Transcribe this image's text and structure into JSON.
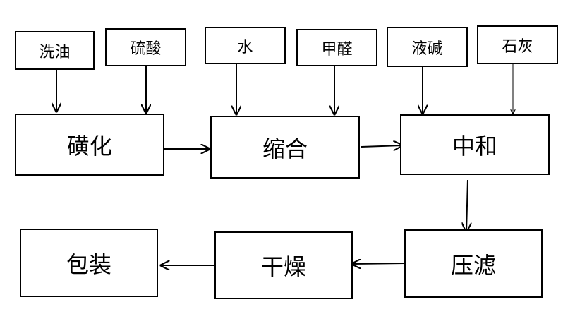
{
  "inputs": {
    "wash_oil": "洗油",
    "sulfuric_acid": "硫酸",
    "water": "水",
    "formaldehyde": "甲醛",
    "liquid_alkali": "液碱",
    "lime": "石灰"
  },
  "steps": {
    "sulfonation": "磺化",
    "condensation": "缩合",
    "neutralization": "中和",
    "filter_press": "压滤",
    "drying": "干燥",
    "packaging": "包装"
  }
}
